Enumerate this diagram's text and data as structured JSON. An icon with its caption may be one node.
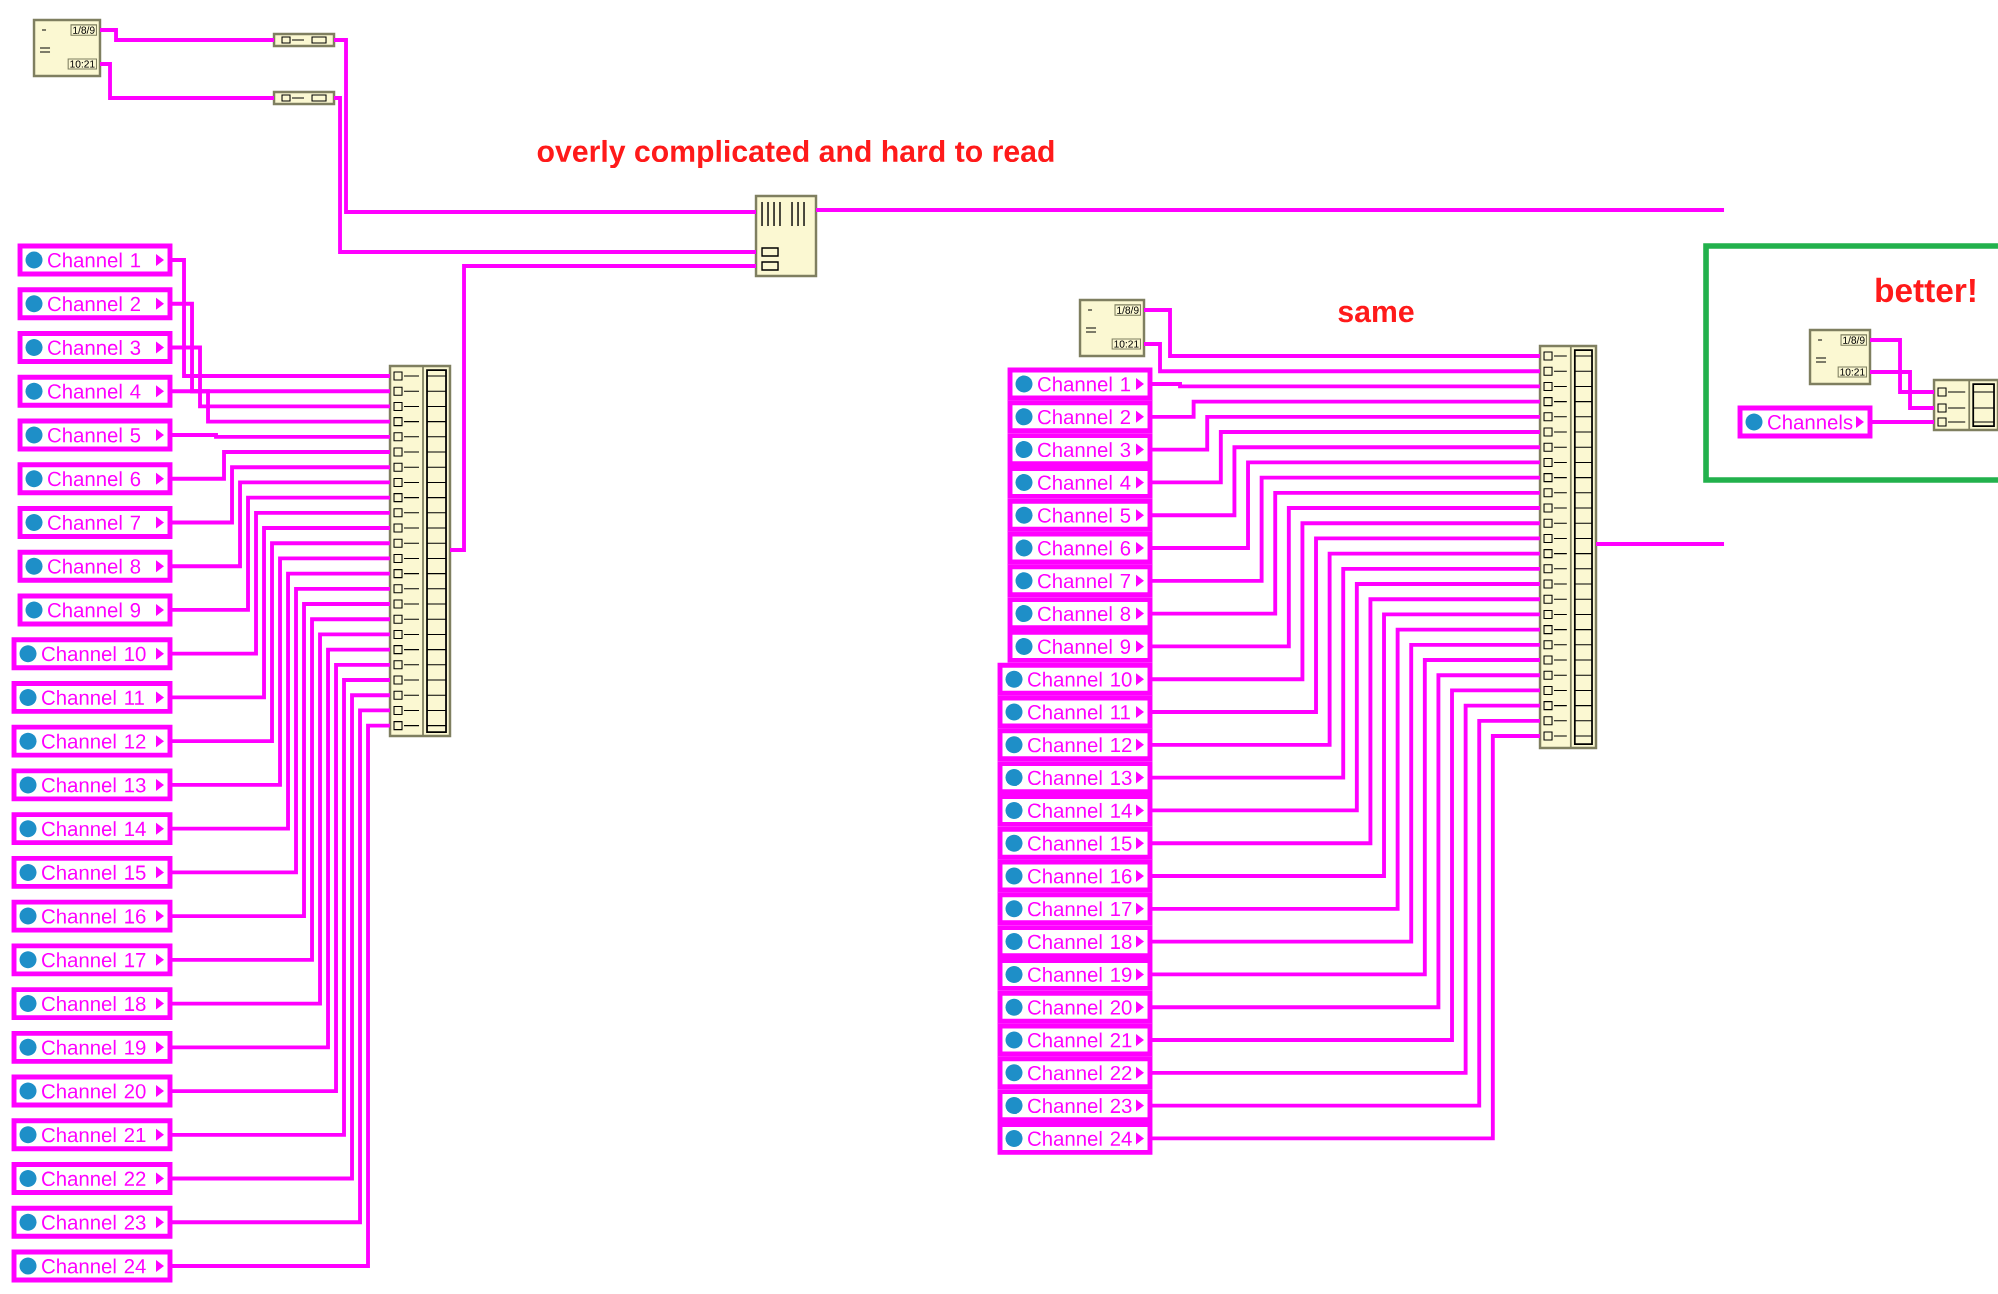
{
  "diagram": {
    "nodes": [
      {
        "text": [
          "1/8/9",
          "10:21"
        ]
      },
      {
        "text": [],
        "shape": "box"
      },
      {
        "text": [],
        "shape": "box"
      },
      {
        "text": [],
        "shape": "box"
      },
      {
        "text": [],
        "shape": "box"
      },
      {
        "text": [
          "Channel 1"
        ]
      },
      {
        "text": [
          "Channel 2"
        ]
      },
      {
        "text": [
          "Channel 3"
        ]
      },
      {
        "text": [
          "Channel 4"
        ]
      },
      {
        "text": [
          "Channel 5"
        ]
      },
      {
        "text": [
          "Channel 6"
        ]
      },
      {
        "text": [
          "Channel 7"
        ]
      },
      {
        "text": [
          "Channel 8"
        ]
      },
      {
        "text": [
          "Channel 9"
        ]
      },
      {
        "text": [
          "Channel 10"
        ]
      },
      {
        "text": [
          "Channel 11"
        ]
      },
      {
        "text": [
          "Channel 12"
        ]
      },
      {
        "text": [
          "Channel 13"
        ]
      },
      {
        "text": [
          "Channel 14"
        ]
      },
      {
        "text": [
          "Channel 15"
        ]
      },
      {
        "text": [
          "Channel 16"
        ]
      },
      {
        "text": [
          "Channel 17"
        ]
      },
      {
        "text": [
          "Channel 18"
        ]
      },
      {
        "text": [
          "Channel 19"
        ]
      },
      {
        "text": [
          "Channel 20"
        ]
      },
      {
        "text": [
          "Channel 21"
        ]
      },
      {
        "text": [
          "Channel 22"
        ]
      },
      {
        "text": [
          "Channel 23"
        ]
      },
      {
        "text": [
          "Channel 24"
        ]
      },
      {
        "text": [
          "1/8/9",
          "10:21"
        ]
      },
      {
        "text": [],
        "shape": "box"
      },
      {
        "text": [
          "Channel 1"
        ]
      },
      {
        "text": [
          "Channel 2"
        ]
      },
      {
        "text": [
          "Channel 3"
        ]
      },
      {
        "text": [
          "Channel 4"
        ]
      },
      {
        "text": [
          "Channel 5"
        ]
      },
      {
        "text": [
          "Channel 6"
        ]
      },
      {
        "text": [
          "Channel 7"
        ]
      },
      {
        "text": [
          "Channel 8"
        ]
      },
      {
        "text": [
          "Channel 9"
        ]
      },
      {
        "text": [
          "Channel 10"
        ]
      },
      {
        "text": [
          "Channel 11"
        ]
      },
      {
        "text": [
          "Channel 12"
        ]
      },
      {
        "text": [
          "Channel 13"
        ]
      },
      {
        "text": [
          "Channel 14"
        ]
      },
      {
        "text": [
          "Channel 15"
        ]
      },
      {
        "text": [
          "Channel 16"
        ]
      },
      {
        "text": [
          "Channel 17"
        ]
      },
      {
        "text": [
          "Channel 18"
        ]
      },
      {
        "text": [
          "Channel 19"
        ]
      },
      {
        "text": [
          "Channel 20"
        ]
      },
      {
        "text": [
          "Channel 21"
        ]
      },
      {
        "text": [
          "Channel 22"
        ]
      },
      {
        "text": [
          "Channel 23"
        ]
      },
      {
        "text": [
          "Channel 24"
        ]
      },
      {
        "text": [
          "better!"
        ]
      },
      {
        "text": [
          "1/8/9",
          "10:21"
        ],
        "in": 55
      },
      {
        "text": [
          "Channels"
        ],
        "in": 55
      },
      {
        "text": [],
        "shape": "box",
        "in": 55
      }
    ],
    "edges": [
      {
        "from": 0,
        "to": 1,
        "arrow": "none"
      },
      {
        "from": 0,
        "to": 2,
        "arrow": "none"
      },
      {
        "from": 1,
        "to": 4,
        "arrow": "none"
      },
      {
        "from": 2,
        "to": 4,
        "arrow": "none"
      },
      {
        "from": 3,
        "to": 4,
        "arrow": "none"
      },
      {
        "from": 4,
        "to": null,
        "arrow": "none"
      },
      {
        "from": 5,
        "to": 3,
        "arrow": "none"
      },
      {
        "from": 6,
        "to": 3,
        "arrow": "none"
      },
      {
        "from": 7,
        "to": 3,
        "arrow": "none"
      },
      {
        "from": 8,
        "to": 3,
        "arrow": "none"
      },
      {
        "from": 9,
        "to": 3,
        "arrow": "none"
      },
      {
        "from": 10,
        "to": 3,
        "arrow": "none"
      },
      {
        "from": 11,
        "to": 3,
        "arrow": "none"
      },
      {
        "from": 12,
        "to": 3,
        "arrow": "none"
      },
      {
        "from": 13,
        "to": 3,
        "arrow": "none"
      },
      {
        "from": 14,
        "to": 3,
        "arrow": "none"
      },
      {
        "from": 15,
        "to": 3,
        "arrow": "none"
      },
      {
        "from": 16,
        "to": 3,
        "arrow": "none"
      },
      {
        "from": 17,
        "to": 3,
        "arrow": "none"
      },
      {
        "from": 18,
        "to": 3,
        "arrow": "none"
      },
      {
        "from": 19,
        "to": 3,
        "arrow": "none"
      },
      {
        "from": 20,
        "to": 3,
        "arrow": "none"
      },
      {
        "from": 21,
        "to": 3,
        "arrow": "none"
      },
      {
        "from": 22,
        "to": 3,
        "arrow": "none"
      },
      {
        "from": 23,
        "to": 3,
        "arrow": "none"
      },
      {
        "from": 24,
        "to": 3,
        "arrow": "none"
      },
      {
        "from": 25,
        "to": 3,
        "arrow": "none"
      },
      {
        "from": 26,
        "to": 3,
        "arrow": "none"
      },
      {
        "from": 27,
        "to": 3,
        "arrow": "none"
      },
      {
        "from": 28,
        "to": 3,
        "arrow": "none"
      },
      {
        "from": 29,
        "to": 30,
        "arrow": "none"
      },
      {
        "from": 29,
        "to": 30,
        "arrow": "none"
      },
      {
        "from": 31,
        "to": 30,
        "arrow": "none"
      },
      {
        "from": 32,
        "to": 30,
        "arrow": "none"
      },
      {
        "from": 33,
        "to": 30,
        "arrow": "none"
      },
      {
        "from": 34,
        "to": 30,
        "arrow": "none"
      },
      {
        "from": 35,
        "to": 30,
        "arrow": "none"
      },
      {
        "from": 36,
        "to": 30,
        "arrow": "none"
      },
      {
        "from": 37,
        "to": 30,
        "arrow": "none"
      },
      {
        "from": 38,
        "to": 30,
        "arrow": "none"
      },
      {
        "from": 39,
        "to": 30,
        "arrow": "none"
      },
      {
        "from": 40,
        "to": 30,
        "arrow": "none"
      },
      {
        "from": 41,
        "to": 30,
        "arrow": "none"
      },
      {
        "from": 42,
        "to": 30,
        "arrow": "none"
      },
      {
        "from": 43,
        "to": 30,
        "arrow": "none"
      },
      {
        "from": 44,
        "to": 30,
        "arrow": "none"
      },
      {
        "from": 45,
        "to": 30,
        "arrow": "none"
      },
      {
        "from": 46,
        "to": 30,
        "arrow": "none"
      },
      {
        "from": 47,
        "to": 30,
        "arrow": "none"
      },
      {
        "from": 48,
        "to": 30,
        "arrow": "none"
      },
      {
        "from": 49,
        "to": 30,
        "arrow": "none"
      },
      {
        "from": 50,
        "to": 30,
        "arrow": "none"
      },
      {
        "from": 51,
        "to": 30,
        "arrow": "none"
      },
      {
        "from": 52,
        "to": 30,
        "arrow": "none"
      },
      {
        "from": 53,
        "to": 30,
        "arrow": "none"
      },
      {
        "from": 54,
        "to": 30,
        "arrow": "none"
      },
      {
        "from": 30,
        "to": null,
        "arrow": "none"
      },
      {
        "from": 56,
        "to": 58,
        "arrow": "none"
      },
      {
        "from": 56,
        "to": 58,
        "arrow": "none"
      },
      {
        "from": 57,
        "to": 58,
        "arrow": "none"
      }
    ],
    "labels": [
      "overly complicated and hard to read",
      "same"
    ]
  }
}
